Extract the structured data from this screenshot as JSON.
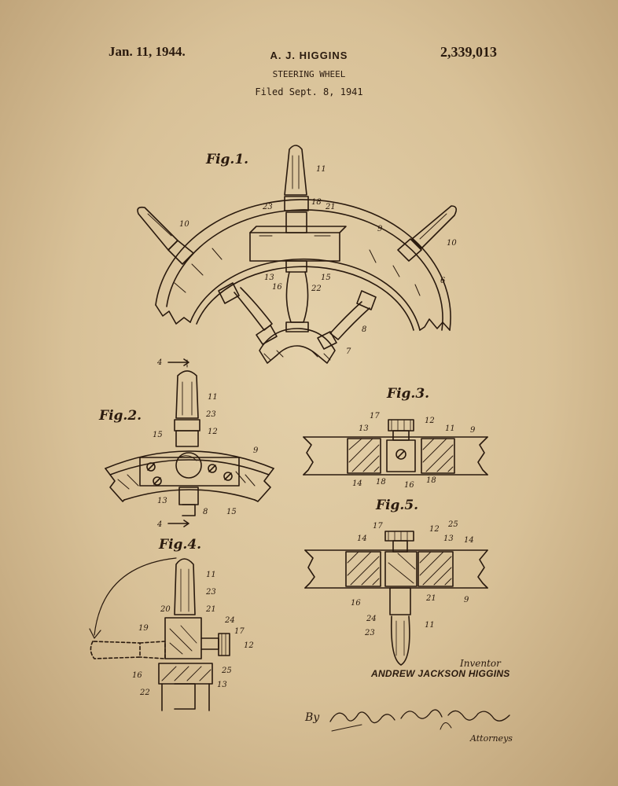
{
  "header": {
    "date": "Jan. 11, 1944.",
    "inventor": "A. J. HIGGINS",
    "patent_number": "2,339,013",
    "title": "STEERING WHEEL",
    "filed": "Filed Sept. 8, 1941"
  },
  "figures": {
    "fig1": "Fig.1.",
    "fig2": "Fig.2.",
    "fig3": "Fig.3.",
    "fig4": "Fig.4.",
    "fig5": "Fig.5."
  },
  "refs": {
    "r4": "4",
    "r6": "6",
    "r7": "7",
    "r8": "8",
    "r9": "9",
    "r10": "10",
    "r11": "11",
    "r12": "12",
    "r13": "13",
    "r14": "14",
    "r15": "15",
    "r16": "16",
    "r17": "17",
    "r18": "18",
    "r19": "19",
    "r20": "20",
    "r21": "21",
    "r22": "22",
    "r23": "23",
    "r24": "24",
    "r25": "25"
  },
  "footer": {
    "inventor_caption": "Inventor",
    "inventor_name": "ANDREW JACKSON HIGGINS",
    "by": "By",
    "signature": "Mason Fenwick & Lawrence",
    "attorneys": "Attorneys"
  },
  "colors": {
    "paper": "#d9c29a",
    "ink": "#2a1a0e"
  }
}
